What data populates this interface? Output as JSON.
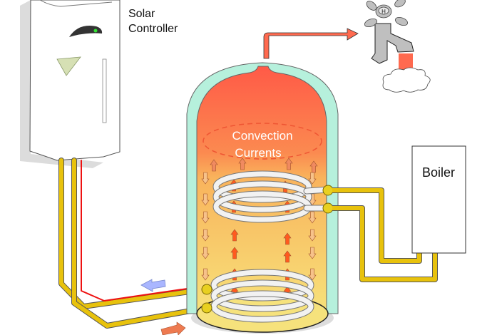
{
  "labels": {
    "controller_line1": "Solar",
    "controller_line2": "Controller",
    "convection_line1": "Convection",
    "convection_line2": "Currents",
    "boiler": "Boiler",
    "tap_handle_mark": "H"
  },
  "colors": {
    "hot_water": "#ff6a4f",
    "warm_water": "#f7b45e",
    "insulation": "#b6f0dc",
    "pipe_yellow": "#e8c20c",
    "coil_white": "#f2f2f2",
    "arrow_up": "#ff5a1f",
    "arrow_down": "#f7c28a",
    "cold_return_arrow": "#a9b6ff",
    "led_green": "#33e033"
  },
  "icons": {
    "controller": "solar-controller-icon",
    "tap": "hot-water-tap-icon",
    "boiler": "boiler-icon",
    "tank": "hot-water-cylinder-icon"
  }
}
